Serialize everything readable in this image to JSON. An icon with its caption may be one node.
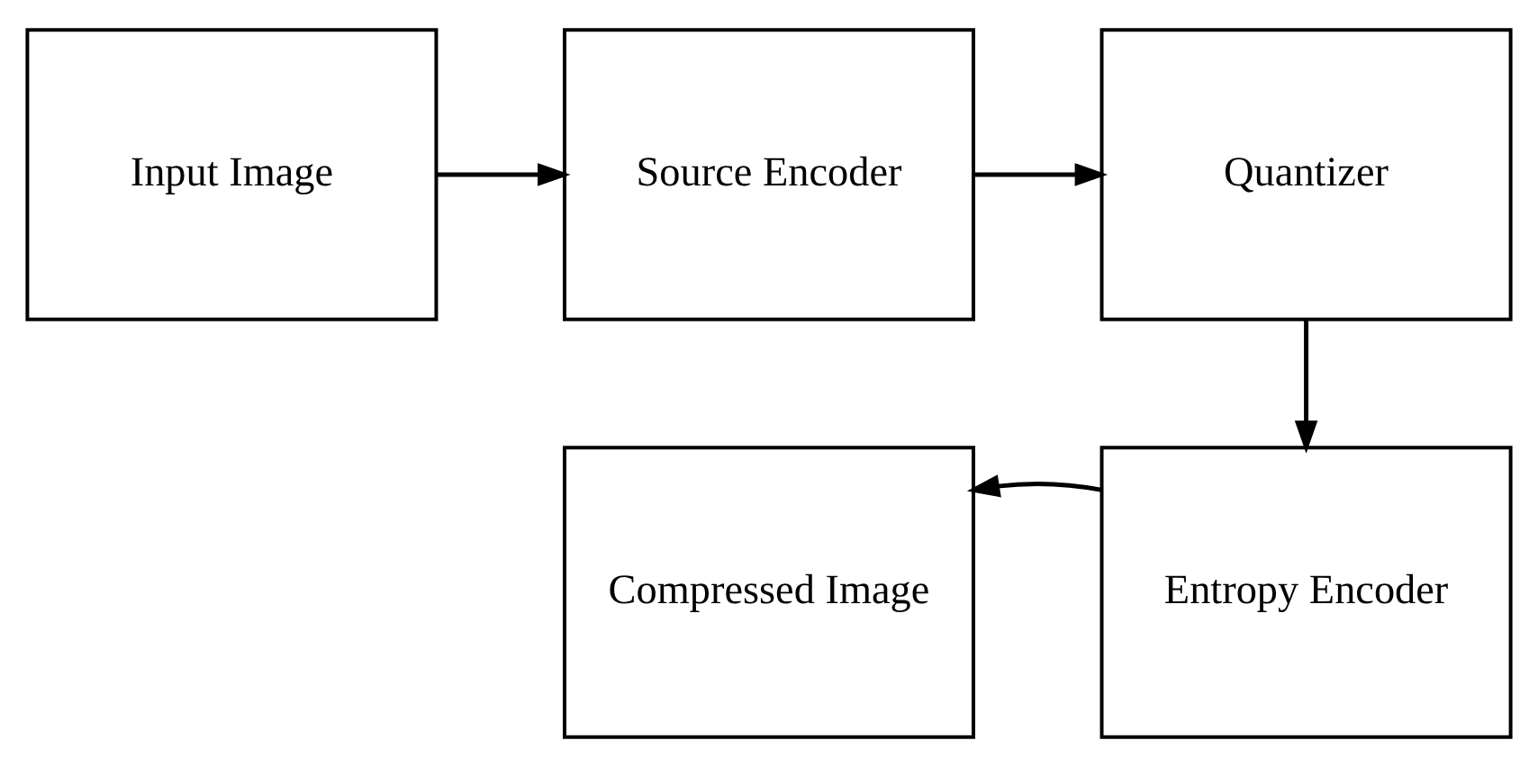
{
  "diagram": {
    "nodes": [
      {
        "text": [
          "Input Image"
        ]
      },
      {
        "text": [
          "Source Encoder"
        ]
      },
      {
        "text": [
          "Quantizer"
        ]
      },
      {
        "text": [
          "Compressed Image"
        ]
      },
      {
        "text": [
          "Entropy Encoder"
        ]
      }
    ],
    "edges": [
      {
        "from": 0,
        "to": 1,
        "arrow": "to"
      },
      {
        "from": 1,
        "to": 2,
        "arrow": "to"
      },
      {
        "from": 2,
        "to": 4,
        "arrow": "to"
      },
      {
        "from": 4,
        "to": 3,
        "arrow": "to"
      }
    ]
  }
}
